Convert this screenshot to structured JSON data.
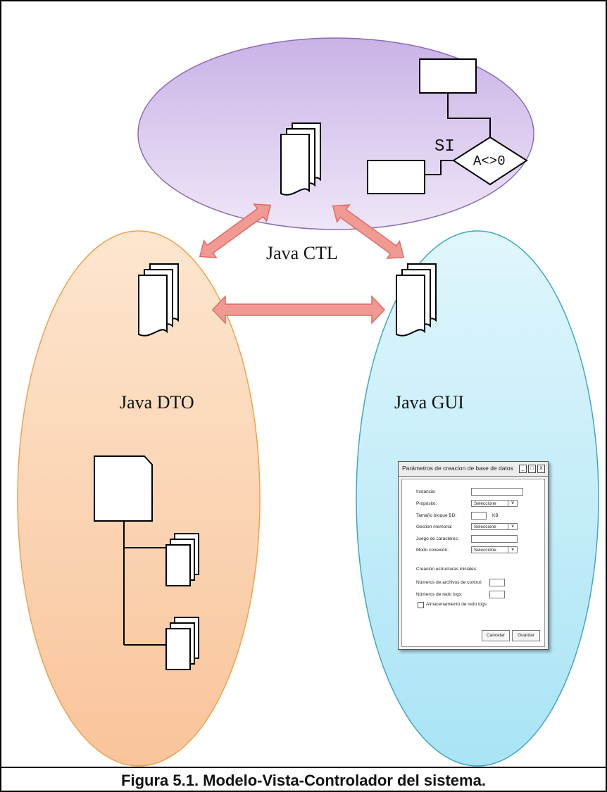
{
  "diagram": {
    "ctl_label": "Java CTL",
    "dto_label": "Java DTO",
    "gui_label": "Java GUI",
    "flow_branch_label": "SI",
    "flow_condition": "A<>0",
    "colors": {
      "ctl_fill": "#ddcff0",
      "dto_fill": "#fbd3ac",
      "gui_fill": "#c9eef8",
      "arrow_fill": "#f19a94",
      "arrow_stroke": "#e06a63"
    }
  },
  "dialog": {
    "title": "Parámetros de creacion de base de datos",
    "window_buttons": [
      "_",
      "□",
      "X"
    ],
    "fields": {
      "instancia": "Instancia:",
      "proposito": "Propósito:",
      "tamano_bloque": "Tamaño bloque BD:",
      "tamano_unit": "KB",
      "gestion_memoria": "Gestion memoria:",
      "juego_caracteres": "Juego de caracteres:",
      "modo_conexion": "Modo conexión:"
    },
    "select_value": "Seleccione",
    "section_title": "Creación estructuras iniciales:",
    "control_files": "Números de archivos de control:",
    "redo_logs": "Números de redo logs:",
    "archiving": "Almacenamiento de redo logs",
    "cancel": "Cancelar",
    "save": "Guardar"
  },
  "caption": "Figura 5.1. Modelo-Vista-Controlador del sistema."
}
